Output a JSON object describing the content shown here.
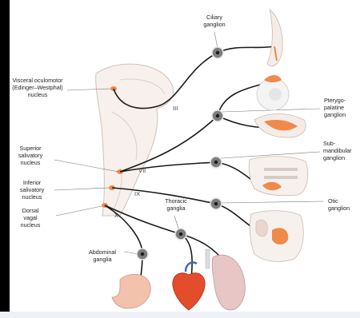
{
  "labels": {
    "ciliary": [
      "Ciliary",
      "ganglion"
    ],
    "visceral": [
      "Visceral oculomotor",
      "(Edinger–Westphal)",
      "nucleus"
    ],
    "pterygo": [
      "Pterygo-",
      "palatine",
      "ganglion"
    ],
    "superior": [
      "Superior",
      "salivatory",
      "nucleus"
    ],
    "submandibular": [
      "Sub-",
      "mandibular",
      "ganglion"
    ],
    "inferior": [
      "Inferior",
      "salivatory",
      "nucleus"
    ],
    "otic": [
      "Otic",
      "ganglion"
    ],
    "thoracic": [
      "Thoracic",
      "ganglia"
    ],
    "dorsal": [
      "Dorsal",
      "vagal",
      "nucleus"
    ],
    "abdominal": [
      "Abdominal",
      "ganglia"
    ]
  },
  "nerves": {
    "n3": "III",
    "n7": "VII",
    "n9": "IX",
    "n10": "X"
  },
  "colors": {
    "nerve": "#1a1a1a",
    "nucleus": "#f08a4b",
    "tissue": "#f0c6b0",
    "ganglion": "#7d7d7d"
  }
}
